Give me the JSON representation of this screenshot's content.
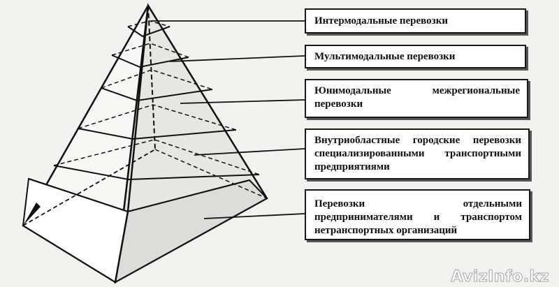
{
  "levels": [
    {
      "label": "Интермодальные перевозки"
    },
    {
      "label": "Мультимодальные перевозки"
    },
    {
      "label": "Юнимодальные межрегиональные перевозки"
    },
    {
      "label": "Внутриобластные городские перевозки специализированными транспортными предприятиями"
    },
    {
      "label": "Перевозки отдельными предпринимателями и транспортом нетранспортных организаций"
    }
  ],
  "watermark": "AvizInfo.kz"
}
